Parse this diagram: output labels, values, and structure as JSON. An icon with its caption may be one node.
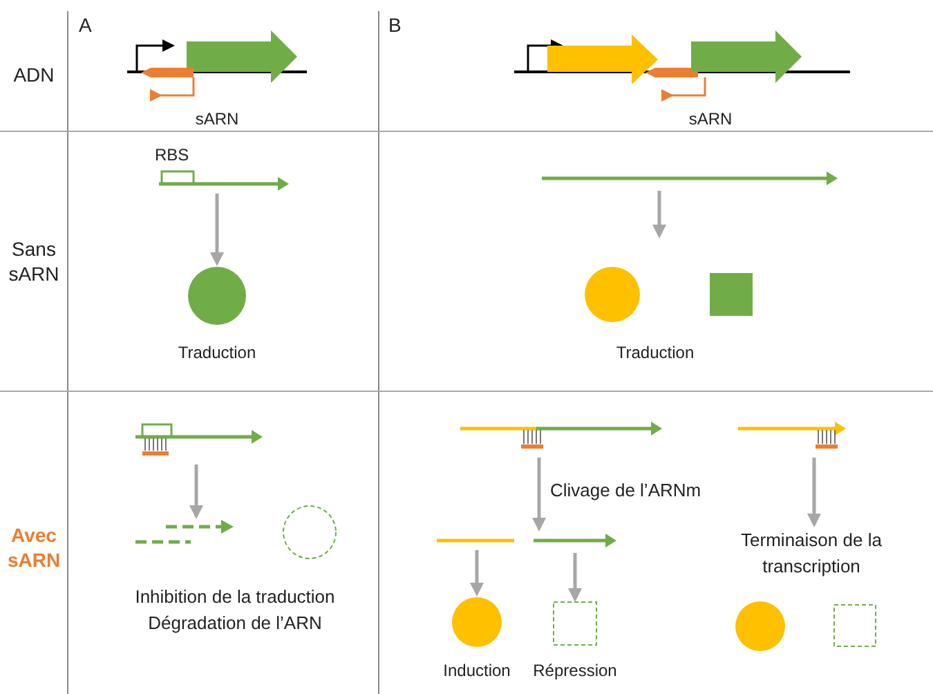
{
  "diagram": {
    "nodes": [
      {
        "text": [],
        "shape": "line",
        "beside": [
          "RBS"
        ]
      },
      {
        "text": [],
        "shape": "circle"
      },
      {
        "text": [],
        "shape": "line"
      },
      {
        "text": [],
        "shape": "circle"
      },
      {
        "text": [],
        "shape": "box"
      },
      {
        "text": [],
        "shape": "line"
      },
      {
        "text": [],
        "shape": "line"
      },
      {
        "text": [],
        "shape": "circle"
      },
      {
        "text": [],
        "shape": "line"
      },
      {
        "text": [],
        "shape": "line"
      },
      {
        "text": [],
        "shape": "line"
      },
      {
        "text": [],
        "shape": "circle"
      },
      {
        "text": [],
        "shape": "box"
      },
      {
        "text": [],
        "shape": "line"
      },
      {
        "text": [
          "Terminaison de la transcription"
        ]
      },
      {
        "text": [],
        "shape": "circle"
      },
      {
        "text": [],
        "shape": "box"
      }
    ],
    "edges": [
      {
        "from": 0,
        "to": 1,
        "arrow": "to"
      },
      {
        "from": 2,
        "to": null,
        "arrow": "to"
      },
      {
        "from": 5,
        "to": 6,
        "arrow": "to"
      },
      {
        "from": 8,
        "to": 10,
        "arrow": "to"
      },
      {
        "from": 9,
        "to": 11,
        "arrow": "to"
      },
      {
        "from": 10,
        "to": 12,
        "arrow": "to"
      },
      {
        "from": 13,
        "to": 14,
        "arrow": "to"
      }
    ],
    "labels": [
      "A",
      "B",
      "ADN",
      "sARN",
      "sARN",
      "Sans sARN",
      "Traduction",
      "Traduction",
      "Avec sARN",
      "Clivage de l’ARNm",
      "Inhibition de la traduction",
      "Dégradation de l’ARN",
      "Induction",
      "Répression"
    ]
  }
}
